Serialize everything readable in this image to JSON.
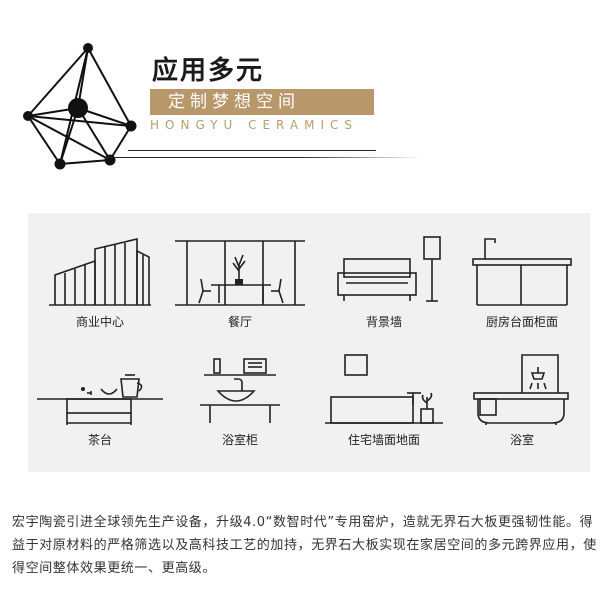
{
  "header": {
    "title": "应用多元",
    "banner": "定制梦想空间",
    "subtitle": "HONGYU CERAMICS",
    "accent_color": "#b8986a"
  },
  "categories": [
    {
      "label": "商业中心",
      "icon": "commercial-building-icon"
    },
    {
      "label": "餐厅",
      "icon": "restaurant-icon"
    },
    {
      "label": "背景墙",
      "icon": "sofa-wall-icon"
    },
    {
      "label": "厨房台面柜面",
      "icon": "kitchen-counter-icon"
    },
    {
      "label": "茶台",
      "icon": "tea-table-icon"
    },
    {
      "label": "浴室柜",
      "icon": "bathroom-cabinet-icon"
    },
    {
      "label": "住宅墙面地面",
      "icon": "residential-wall-floor-icon"
    },
    {
      "label": "浴室",
      "icon": "bathtub-icon"
    }
  ],
  "description": "宏宇陶瓷引进全球领先生产设备，升级4.0“数智时代”专用窑炉，造就无界石大板更强韧性能。得益于对原材料的严格筛选以及高科技工艺的加持，无界石大板实现在家居空间的多元跨界应用，使得空间整体效果更统一、更高级。"
}
